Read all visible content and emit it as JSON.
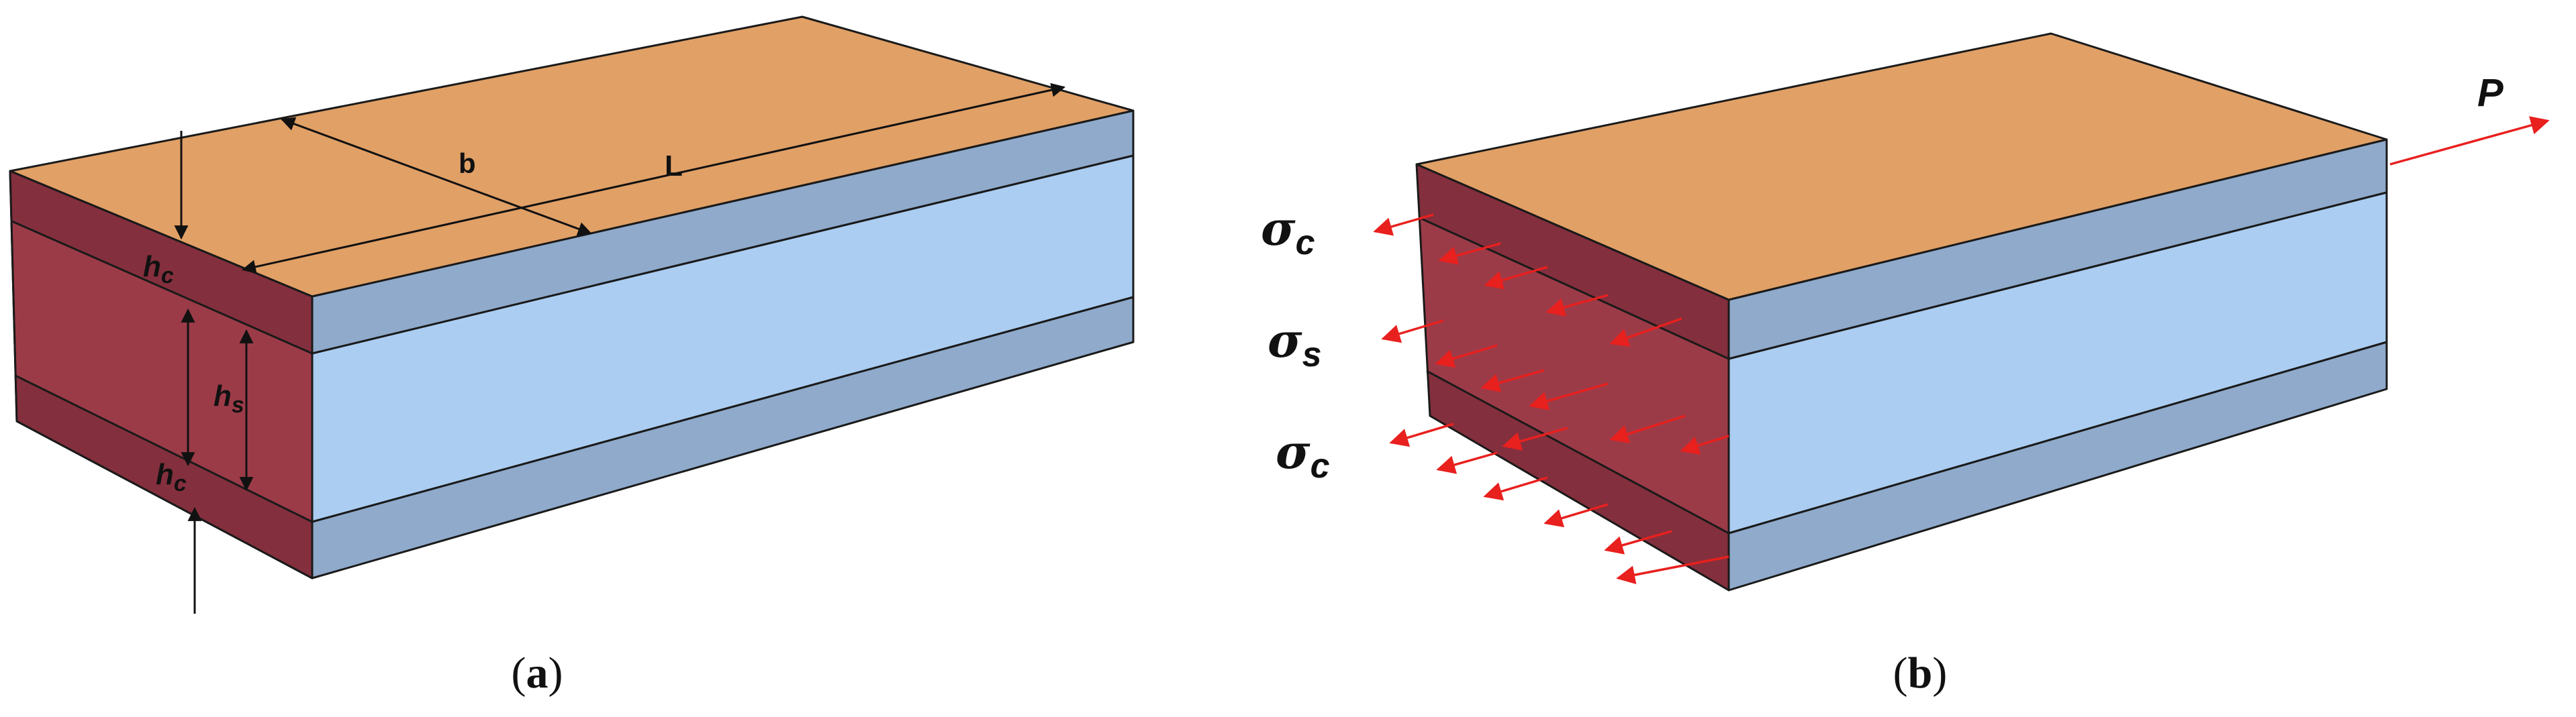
{
  "panel_a": {
    "dim_b": "b",
    "dim_L": "L",
    "top_core": {
      "main": "h",
      "sub": "c"
    },
    "skin": {
      "main": "h",
      "sub": "s"
    },
    "bottom_core": {
      "main": "h",
      "sub": "c"
    },
    "caption": {
      "open": "(",
      "letter": "a",
      "close": ")"
    }
  },
  "panel_b": {
    "load": "P",
    "stress_top": {
      "main": "σ",
      "sub": "c"
    },
    "stress_mid": {
      "main": "σ",
      "sub": "s"
    },
    "stress_bot": {
      "main": "σ",
      "sub": "c"
    },
    "caption": {
      "open": "(",
      "letter": "b",
      "close": ")"
    }
  },
  "colors": {
    "top_face": "#E1A066",
    "front_face": "#9C3B48",
    "front_face_dark": "#842F3D",
    "side_skin": "#8FAACB",
    "side_core": "#ABCDF1",
    "arrow": "#E8201E"
  }
}
